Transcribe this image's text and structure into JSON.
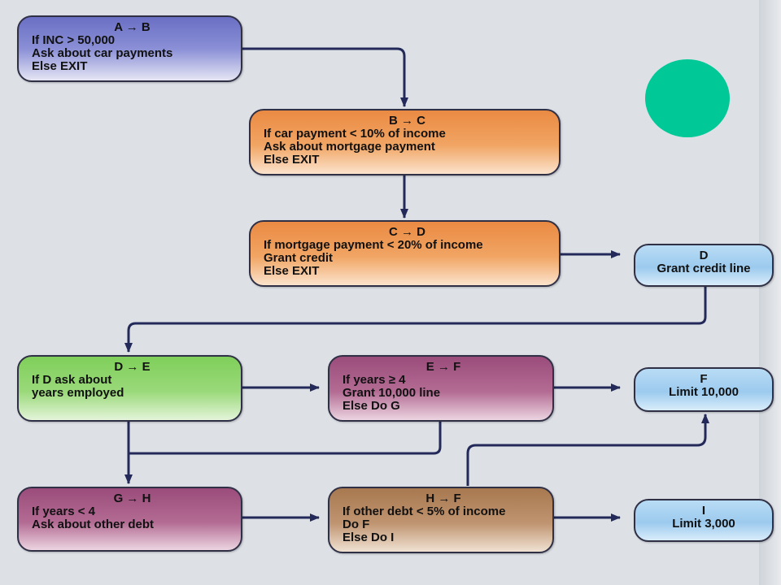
{
  "nodes": {
    "ab": {
      "head": "A → B",
      "lines": [
        "If INC > 50,000",
        "Ask about car payments",
        "Else EXIT"
      ]
    },
    "bc": {
      "head": "B → C",
      "lines": [
        "If car payment < 10% of income",
        "Ask about mortgage payment",
        "Else EXIT"
      ]
    },
    "cd": {
      "head": "C → D",
      "lines": [
        "If mortgage payment < 20% of income",
        "Grant credit",
        "Else EXIT"
      ]
    },
    "d": {
      "head": "D",
      "lines": [
        "Grant credit line"
      ]
    },
    "de": {
      "head": "D → E",
      "lines": [
        "If D ask about",
        "years employed"
      ]
    },
    "ef": {
      "head": "E → F",
      "lines": [
        "If years ≥ 4",
        "Grant 10,000 line",
        "Else Do G"
      ]
    },
    "f": {
      "head": "F",
      "lines": [
        "Limit 10,000"
      ]
    },
    "gh": {
      "head": "G → H",
      "lines": [
        "If years < 4",
        "Ask about other debt"
      ]
    },
    "hf": {
      "head": "H → F",
      "lines": [
        "If other debt < 5% of income",
        "Do F",
        "Else Do I"
      ]
    },
    "i": {
      "head": "I",
      "lines": [
        "Limit 3,000"
      ]
    }
  },
  "colors": {
    "arrow": "#232a5a",
    "decor_circle": "#00c896",
    "blue": "#7b80cf",
    "orange": "#ef9a55",
    "light_blue": "#a8d2f0",
    "green": "#8cd46a",
    "plum": "#a85c88",
    "brown": "#b3875f"
  }
}
